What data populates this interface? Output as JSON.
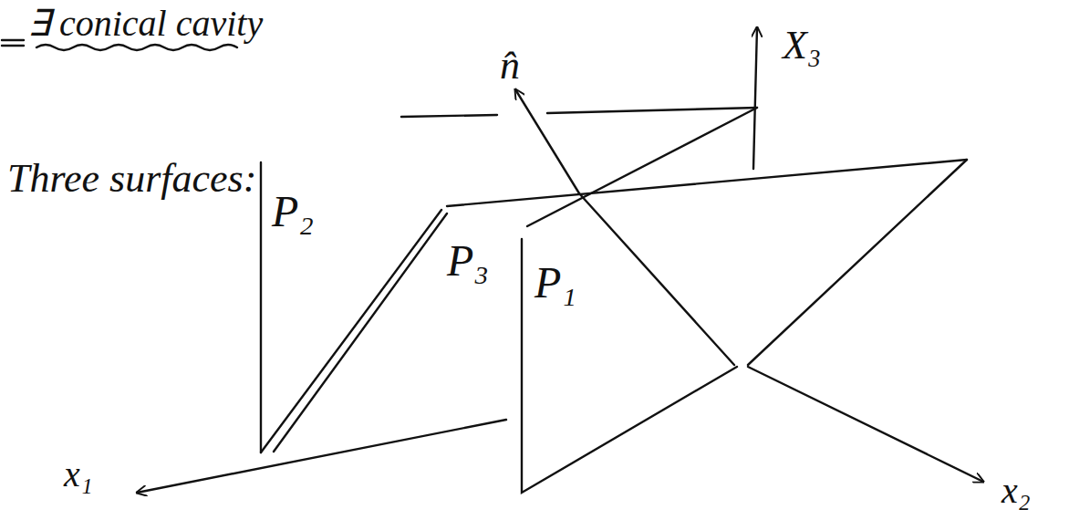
{
  "diagram": {
    "title": "∃ conical cavity",
    "labels": [
      "Three surfaces:",
      "n̂",
      "X₃",
      "P₂",
      "P₃",
      "P₁",
      "x₁",
      "x₂"
    ]
  }
}
